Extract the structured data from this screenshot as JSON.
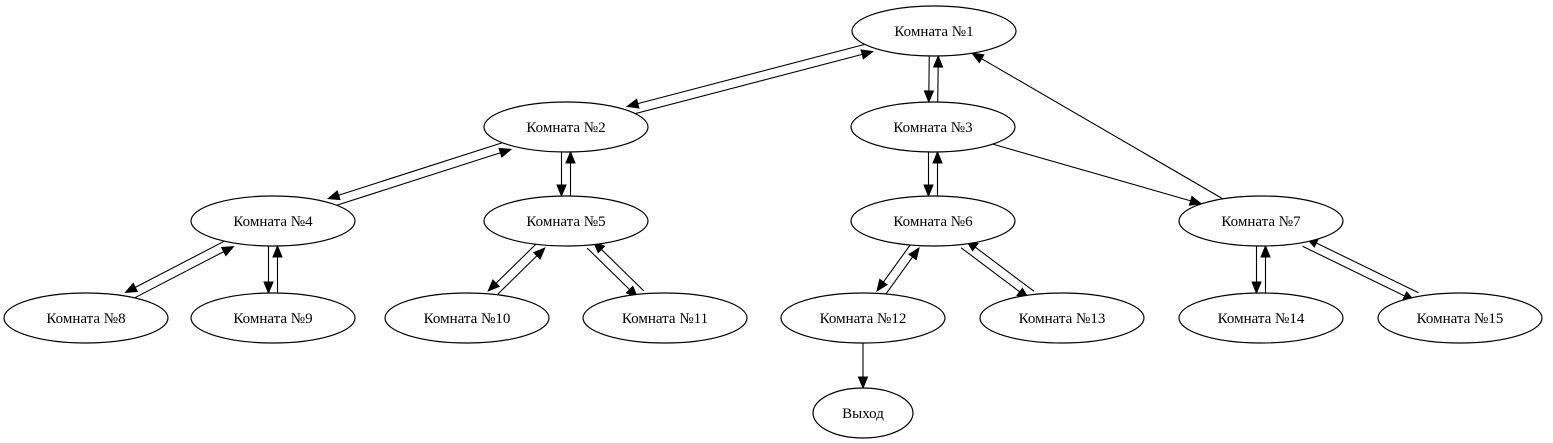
{
  "graph": {
    "colors": {
      "node_fill": "#ffffff",
      "stroke": "#000000",
      "text": "#000000",
      "background": "#ffffff"
    },
    "nodes": [
      {
        "id": "r1",
        "label": "Комната №1"
      },
      {
        "id": "r2",
        "label": "Комната №2"
      },
      {
        "id": "r3",
        "label": "Комната №3"
      },
      {
        "id": "r4",
        "label": "Комната №4"
      },
      {
        "id": "r5",
        "label": "Комната №5"
      },
      {
        "id": "r6",
        "label": "Комната №6"
      },
      {
        "id": "r7",
        "label": "Комната №7"
      },
      {
        "id": "r8",
        "label": "Комната №8"
      },
      {
        "id": "r9",
        "label": "Комната №9"
      },
      {
        "id": "r10",
        "label": "Комната №10"
      },
      {
        "id": "r11",
        "label": "Комната №11"
      },
      {
        "id": "r12",
        "label": "Комната №12"
      },
      {
        "id": "r13",
        "label": "Комната №13"
      },
      {
        "id": "r14",
        "label": "Комната №14"
      },
      {
        "id": "r15",
        "label": "Комната №15"
      },
      {
        "id": "exit",
        "label": "Выход"
      }
    ],
    "edges": [
      {
        "from": "r1",
        "to": "r2"
      },
      {
        "from": "r2",
        "to": "r1"
      },
      {
        "from": "r1",
        "to": "r3"
      },
      {
        "from": "r3",
        "to": "r1"
      },
      {
        "from": "r7",
        "to": "r1"
      },
      {
        "from": "r3",
        "to": "r7"
      },
      {
        "from": "r2",
        "to": "r4"
      },
      {
        "from": "r4",
        "to": "r2"
      },
      {
        "from": "r2",
        "to": "r5"
      },
      {
        "from": "r5",
        "to": "r2"
      },
      {
        "from": "r3",
        "to": "r6"
      },
      {
        "from": "r6",
        "to": "r3"
      },
      {
        "from": "r4",
        "to": "r8"
      },
      {
        "from": "r8",
        "to": "r4"
      },
      {
        "from": "r4",
        "to": "r9"
      },
      {
        "from": "r9",
        "to": "r4"
      },
      {
        "from": "r5",
        "to": "r10"
      },
      {
        "from": "r10",
        "to": "r5"
      },
      {
        "from": "r5",
        "to": "r11"
      },
      {
        "from": "r11",
        "to": "r5"
      },
      {
        "from": "r6",
        "to": "r12"
      },
      {
        "from": "r12",
        "to": "r6"
      },
      {
        "from": "r6",
        "to": "r13"
      },
      {
        "from": "r13",
        "to": "r6"
      },
      {
        "from": "r7",
        "to": "r14"
      },
      {
        "from": "r14",
        "to": "r7"
      },
      {
        "from": "r7",
        "to": "r15"
      },
      {
        "from": "r15",
        "to": "r7"
      },
      {
        "from": "r12",
        "to": "exit"
      }
    ]
  }
}
